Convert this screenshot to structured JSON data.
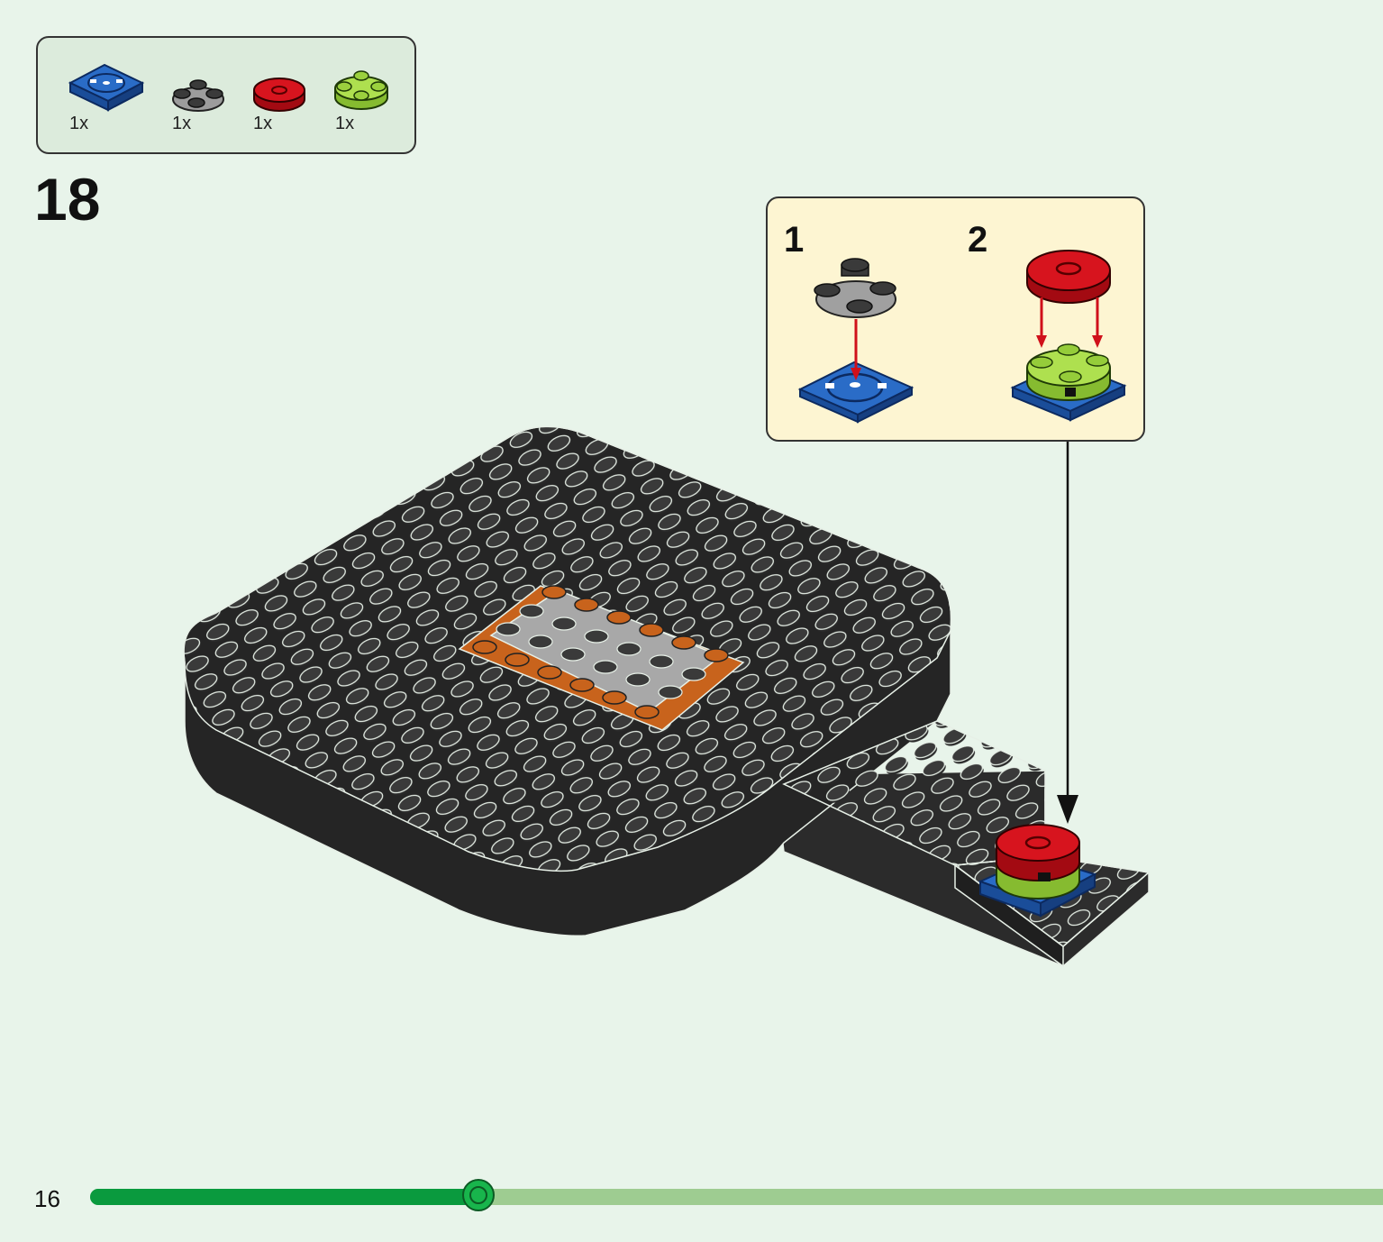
{
  "parts_list": {
    "items": [
      {
        "name": "blue-turntable-plate-2x2",
        "qty": "1x",
        "color": "#1f5fb7"
      },
      {
        "name": "gray-round-plate-with-studs",
        "qty": "1x",
        "color": "#8f8f8f"
      },
      {
        "name": "red-round-tile-2x2",
        "qty": "1x",
        "color": "#d0101a"
      },
      {
        "name": "lime-round-plate-2x2",
        "qty": "1x",
        "color": "#a6d84a"
      }
    ]
  },
  "step": {
    "number": "18"
  },
  "callout": {
    "substeps": [
      {
        "label": "1"
      },
      {
        "label": "2"
      }
    ]
  },
  "footer": {
    "page_number": "16",
    "progress_fraction": 0.3
  },
  "colors": {
    "background": "#e8f4ea",
    "brick_black": "#2b2b2b",
    "stud_black": "#353535",
    "orange": "#c8631c",
    "light_gray": "#a8a8a8",
    "arrow_red": "#d0101a"
  }
}
